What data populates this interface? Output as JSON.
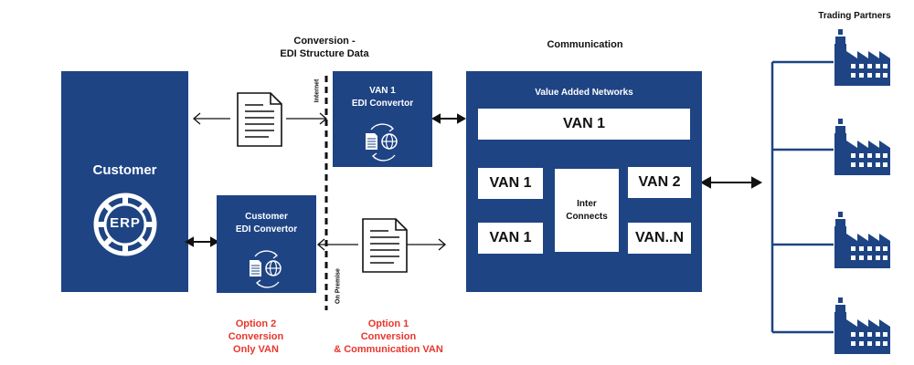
{
  "header": {
    "conversion_title_line1": "Conversion -",
    "conversion_title_line2": "EDI Structure Data",
    "communication_title": "Communication",
    "trading_partners_title": "Trading Partners"
  },
  "customer": {
    "label": "Customer",
    "logo_text": "ERP"
  },
  "van1_converter": {
    "line1": "VAN 1",
    "line2": "EDI Convertor"
  },
  "customer_converter": {
    "line1": "Customer",
    "line2": "EDI Convertor"
  },
  "divider": {
    "top_label": "Internet",
    "bottom_label": "On Premise"
  },
  "van_network": {
    "title": "Value Added Networks",
    "top_van": "VAN 1",
    "left_top": "VAN 1",
    "left_bottom": "VAN 1",
    "center_line1": "Inter",
    "center_line2": "Connects",
    "right_top": "VAN 2",
    "right_bottom": "VAN..N"
  },
  "options": {
    "option2_line1": "Option 2",
    "option2_line2": "Conversion",
    "option2_line3": "Only VAN",
    "option1_line1": "Option 1",
    "option1_line2": "Conversion",
    "option1_line3": "& Communication VAN"
  },
  "colors": {
    "navy": "#1e4484",
    "option_red": "#e8362c"
  },
  "icons": [
    "document-icon",
    "refresh-icon",
    "globe-icon",
    "factory-icon",
    "erp-gear-icon"
  ]
}
